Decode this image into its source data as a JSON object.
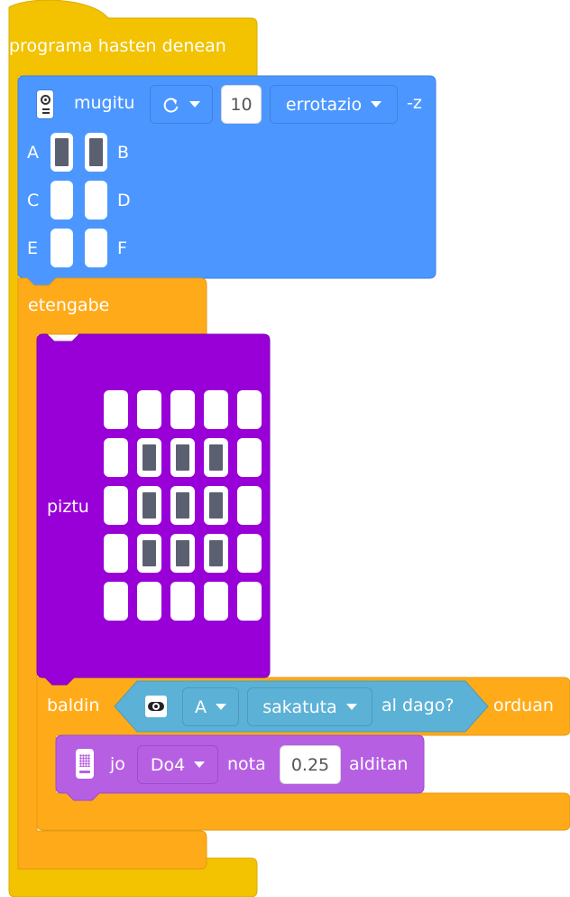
{
  "colors": {
    "events": "#f3c200",
    "control": "#ffab19",
    "motion": "#4c97ff",
    "looks": "#9900d8",
    "sensing": "#5cb1d6",
    "sound": "#b65fe3"
  },
  "when_program_starts": {
    "label": "programa hasten denean"
  },
  "move_block": {
    "icon": "servo-motor-icon",
    "label": "mugitu",
    "direction_icon": "clockwise-rotate-icon",
    "amount": "10",
    "unit": "errotazio",
    "suffix": "-z",
    "ports": [
      {
        "left": "A",
        "right": "B",
        "left_on": true,
        "right_on": true
      },
      {
        "left": "C",
        "right": "D",
        "left_on": false,
        "right_on": false
      },
      {
        "left": "E",
        "right": "F",
        "left_on": false,
        "right_on": false
      }
    ]
  },
  "forever_block": {
    "label": "etengabe"
  },
  "light_block": {
    "label": "piztu",
    "matrix": [
      [
        0,
        0,
        0,
        0,
        0
      ],
      [
        0,
        1,
        1,
        1,
        0
      ],
      [
        0,
        1,
        1,
        1,
        0
      ],
      [
        0,
        1,
        1,
        1,
        0
      ],
      [
        0,
        0,
        0,
        0,
        0
      ]
    ]
  },
  "if_block": {
    "label": "baldin",
    "then": "orduan",
    "condition": {
      "icon": "button-icon",
      "button": "A",
      "state": "sakatuta",
      "suffix": "al dago?"
    }
  },
  "play_note_block": {
    "icon": "microbit-board-icon",
    "label": "jo",
    "note": "Do4",
    "note_label": "nota",
    "duration": "0.25",
    "suffix": "alditan"
  }
}
